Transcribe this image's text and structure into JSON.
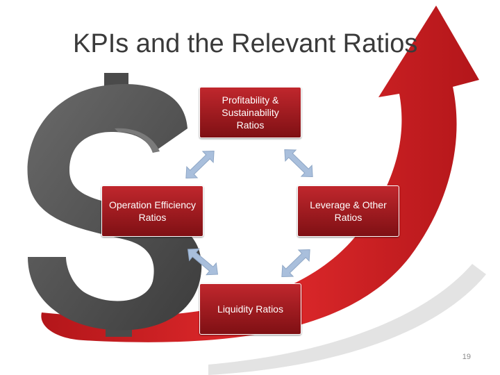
{
  "title": "KPIs and the Relevant Ratios",
  "diagram": {
    "nodes": {
      "top": "Profitability & Sustainability Ratios",
      "left": "Operation Efficiency Ratios",
      "right": "Leverage & Other Ratios",
      "bottom": "Liquidity Ratios"
    },
    "connector_color": "#a9bfdc",
    "box_color": "#a61c21"
  },
  "footer": {
    "page_number": "19"
  },
  "background": {
    "arrow_color": "#d11f22",
    "dollar_color": "#555555"
  }
}
